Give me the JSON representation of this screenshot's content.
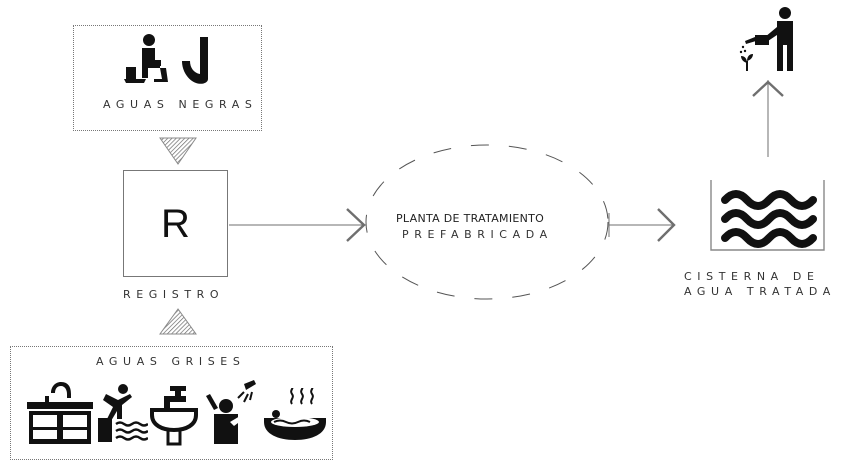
{
  "title": "",
  "nodes": {
    "black_water": {
      "label": "AGUAS NEGRAS"
    },
    "gray_water": {
      "label": "AGUAS GRISES"
    },
    "register": {
      "letter": "R",
      "label": "REGISTRO"
    },
    "treatment_plant": {
      "line1": "PLANTA DE TRATAMIENTO",
      "line2": "PREFABRICADA"
    },
    "cistern": {
      "line1": "CISTERNA DE",
      "line2": "AGUA TRATADA"
    }
  },
  "icons": {
    "black_water": [
      "toilet-person-icon",
      "urinal-icon"
    ],
    "gray_water": [
      "kitchen-sink-icon",
      "pool-diver-icon",
      "washbasin-icon",
      "shower-person-icon",
      "jacuzzi-icon"
    ],
    "cistern": "water-waves-icon",
    "reuse": "watering-plant-icon"
  },
  "colors": {
    "line": "#6f6f6f",
    "icon": "#111111",
    "triangle": "#8a8a8a"
  }
}
